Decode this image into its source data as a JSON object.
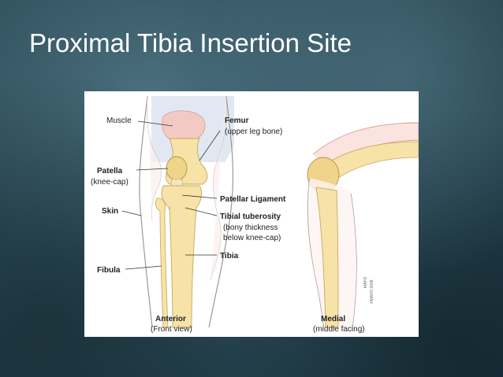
{
  "slide": {
    "title": "Proximal Tibia Insertion Site"
  },
  "figure": {
    "anterior_view": {
      "labels": {
        "muscle": "Muscle",
        "femur": "Femur",
        "femur_desc": "(upper leg bone)",
        "patella": "Patella",
        "patella_desc": "(knee-cap)",
        "patellar_ligament": "Patellar Ligament",
        "skin": "Skin",
        "tibial_tuberosity": "Tibial tuberosity",
        "tibial_tuberosity_desc_1": "(bony thickness",
        "tibial_tuberosity_desc_2": "below knee-cap)",
        "tibia": "Tibia",
        "fibula": "Fibula"
      },
      "caption": "Anterior",
      "caption_desc": "(Front view)"
    },
    "medial_view": {
      "caption": "Medial",
      "caption_desc": "(middle facing)"
    },
    "watermark_1": "MAYO",
    "watermark_2": "©MAYO 2008"
  },
  "colors": {
    "bone": "#f7e2a8",
    "bone_outline": "#c9a85b",
    "muscle": "#f3c9c4",
    "skin_outline": "#9b8f8c",
    "upper_band": "#dde4ef"
  }
}
